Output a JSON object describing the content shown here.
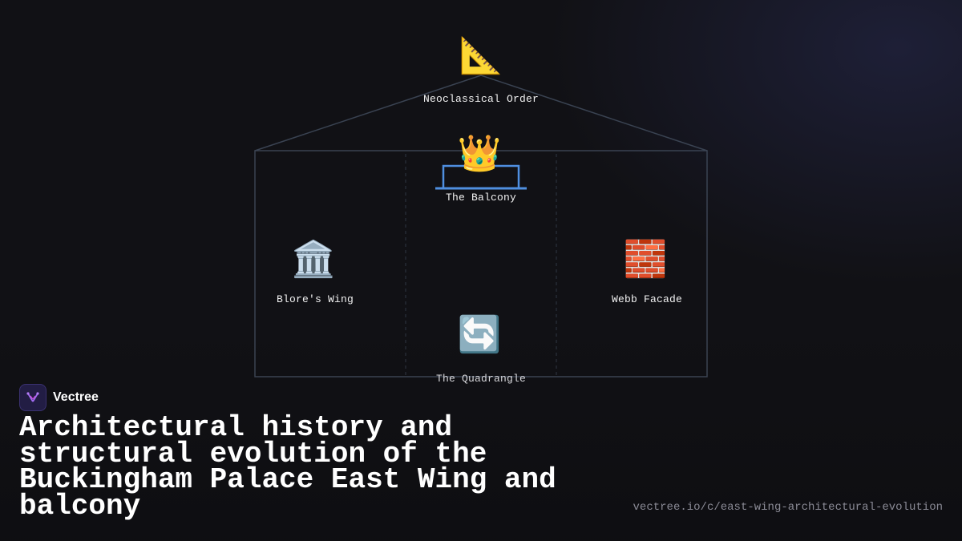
{
  "brand": {
    "name": "Vectree"
  },
  "title": "Architectural history and structural evolution of the Buckingham Palace East Wing and balcony",
  "url": "vectree.io/c/east-wing-architectural-evolution",
  "colors": {
    "background": "#111115",
    "outline": "#3a4352",
    "balcony": "#4f8fe0",
    "brand_accent": "#8b5cf6"
  },
  "diagram": {
    "nodes": [
      {
        "id": "neoclassical-order",
        "label": "Neoclassical Order",
        "icon": "📐",
        "icon_name": "triangular-ruler-icon"
      },
      {
        "id": "the-balcony",
        "label": "The Balcony",
        "icon": "👑",
        "icon_name": "crown-icon"
      },
      {
        "id": "blores-wing",
        "label": "Blore's Wing",
        "icon": "🏛️",
        "icon_name": "classical-building-icon"
      },
      {
        "id": "webb-facade",
        "label": "Webb Facade",
        "icon": "🧱",
        "icon_name": "brick-icon"
      },
      {
        "id": "the-quadrangle",
        "label": "The Quadrangle",
        "icon": "🔄",
        "icon_name": "cycle-arrows-icon"
      }
    ]
  }
}
